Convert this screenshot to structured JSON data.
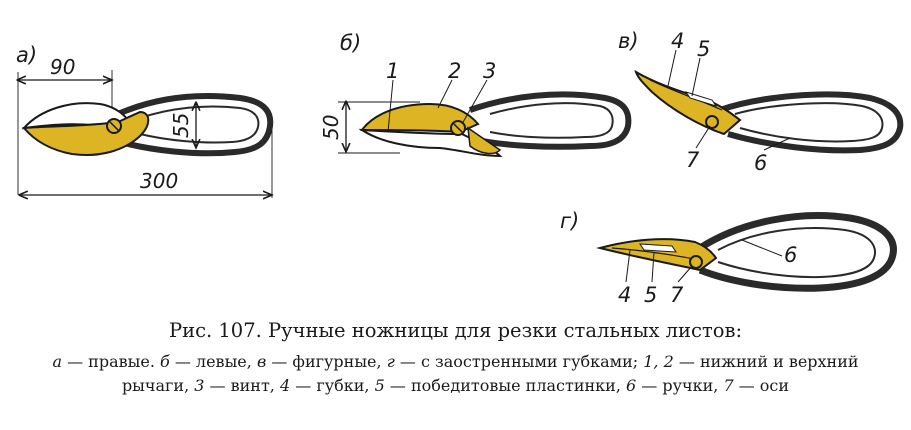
{
  "figure": {
    "panels": [
      {
        "letter": "а)",
        "dims": {
          "length_90": "90",
          "height_55": "55",
          "total_300": "300"
        }
      },
      {
        "letter": "б)",
        "dims": {
          "height_50": "50"
        },
        "labels": [
          "1",
          "2",
          "3"
        ]
      },
      {
        "letter": "в)",
        "labels": [
          "4",
          "5",
          "7",
          "6"
        ]
      },
      {
        "letter": "г)",
        "labels": [
          "6",
          "4",
          "5",
          "7"
        ]
      }
    ],
    "colors": {
      "blade": "#dcb424",
      "outline": "#1a1a1a",
      "handle": "#2a2a2a"
    }
  },
  "caption": {
    "title": "Рис. 107. Ручные ножницы для резки стальных листов:",
    "legend": {
      "a": "а",
      "a_text": " — правые. ",
      "b": "б",
      "b_text": " — левые, ",
      "v": "в",
      "v_text": " — фигурные, ",
      "g": "г",
      "g_text": " — с заостренными губками; ",
      "n12": "1, 2",
      "n12_text": " — нижний и верхний",
      "line2_start": "рычаги, ",
      "n3": "3",
      "n3_text": " — винт, ",
      "n4": "4",
      "n4_text": " — губки, ",
      "n5": "5",
      "n5_text": " — победитовые пластинки, ",
      "n6": "6",
      "n6_text": " — ручки, ",
      "n7": "7",
      "n7_text": " — оси"
    }
  }
}
